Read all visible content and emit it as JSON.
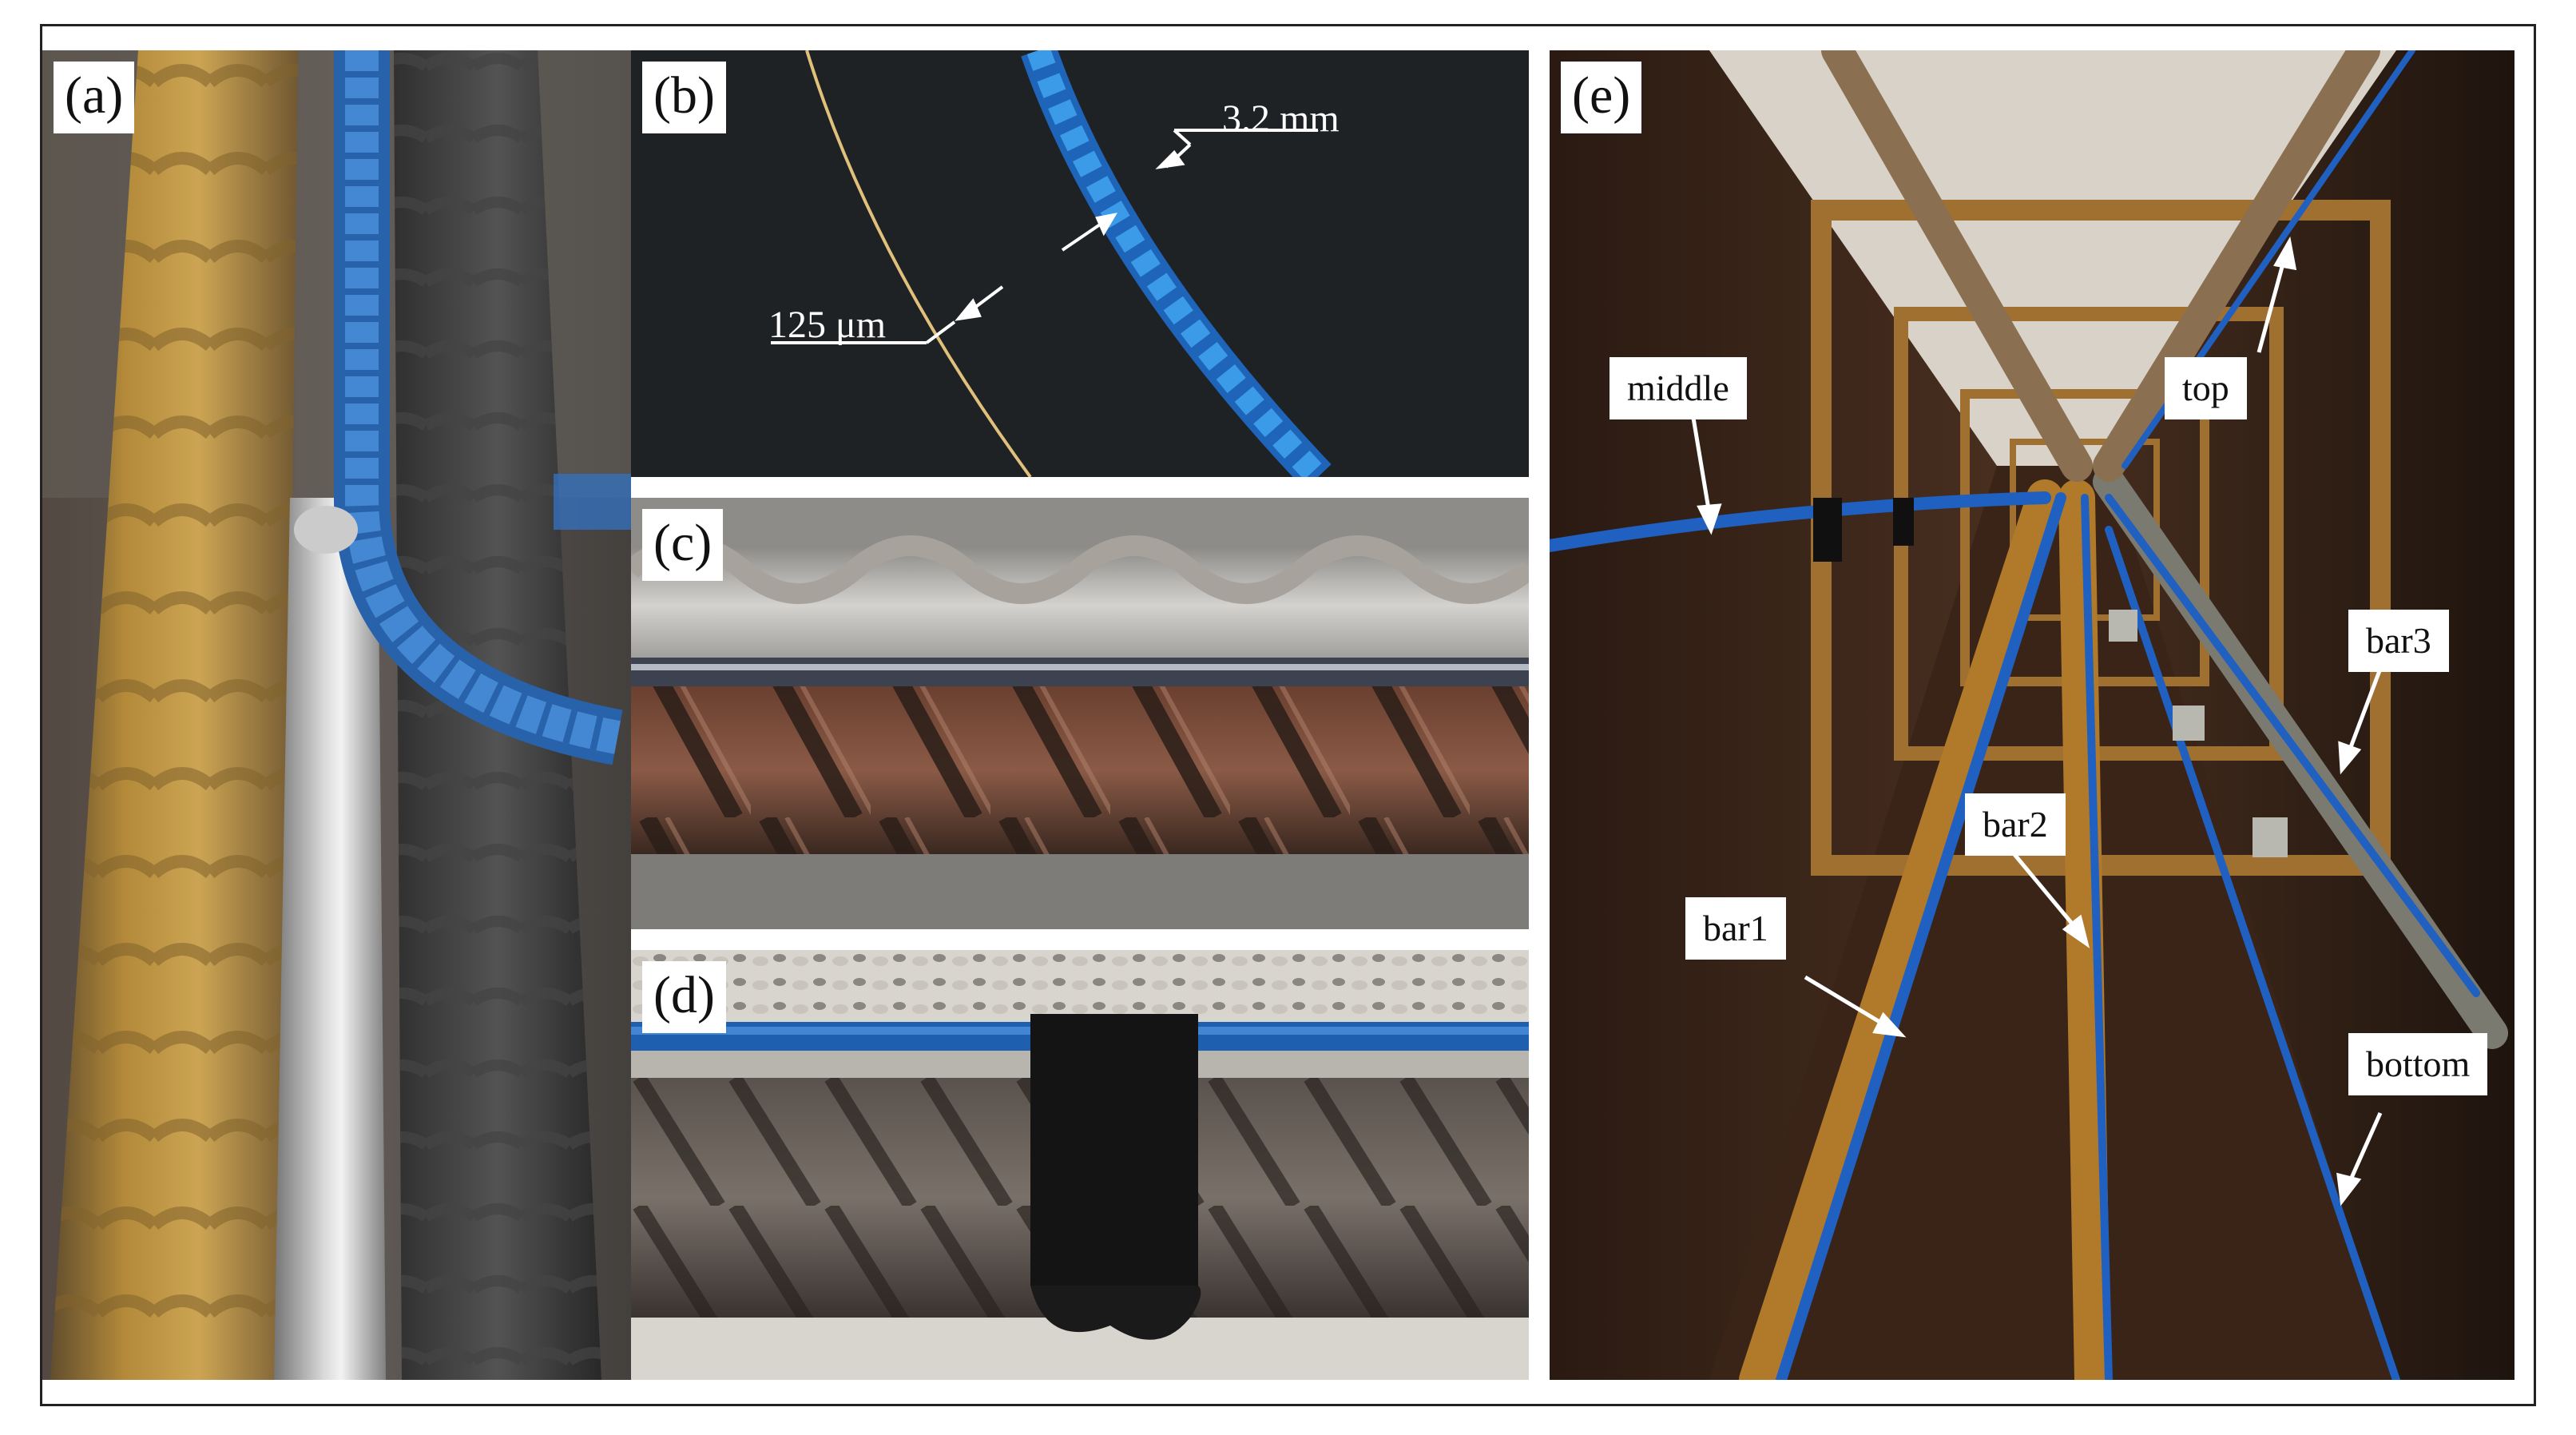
{
  "panels": {
    "a": {
      "label": "(a)"
    },
    "b": {
      "label": "(b)",
      "dimension_fiber_core": "125 μm",
      "dimension_coating": "3.2 mm"
    },
    "c": {
      "label": "(c)"
    },
    "d": {
      "label": "(d)"
    },
    "e": {
      "label": "(e)",
      "callouts": {
        "middle": "middle",
        "top": "top",
        "bar3": "bar3",
        "bar2": "bar2",
        "bar1": "bar1",
        "bottom": "bottom"
      }
    }
  },
  "colors": {
    "fiber_blue": "#2f79c8",
    "rebar_rust": "#b07a2a",
    "steel": "#8a8a8a",
    "adhesive_black": "#141414",
    "formwork_brown": "#3a2418"
  }
}
